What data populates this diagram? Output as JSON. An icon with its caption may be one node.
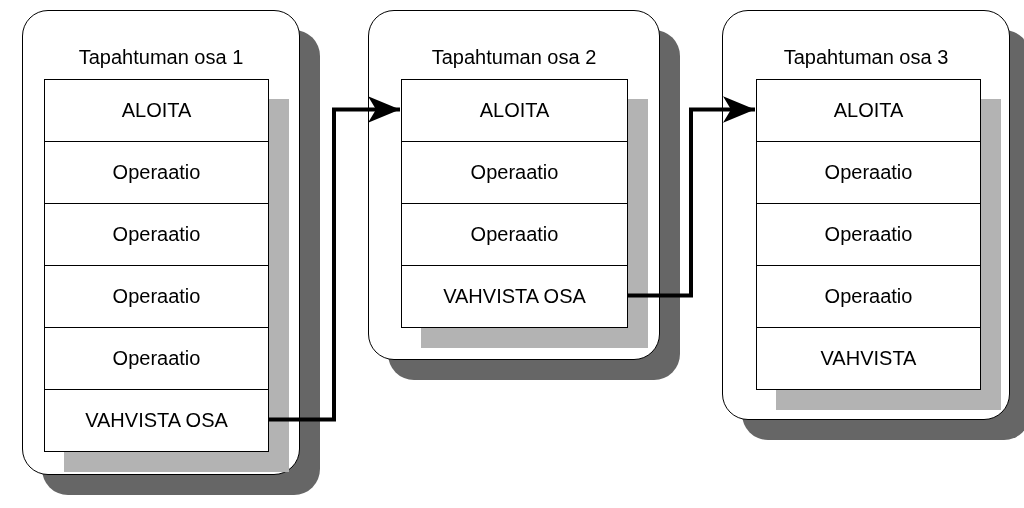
{
  "diagram": {
    "nodes": [
      {
        "text": [
          "Tapahtuman osa 1"
        ]
      },
      {
        "text": [
          "ALOITA"
        ],
        "in": 0
      },
      {
        "text": [
          "Operaatio"
        ],
        "in": 0
      },
      {
        "text": [
          "Operaatio"
        ],
        "in": 0
      },
      {
        "text": [
          "Operaatio"
        ],
        "in": 0
      },
      {
        "text": [
          "Operaatio"
        ],
        "in": 0
      },
      {
        "text": [
          "VAHVISTA OSA"
        ],
        "in": 0
      },
      {
        "text": [
          "Tapahtuman osa 2"
        ]
      },
      {
        "text": [
          "ALOITA"
        ],
        "in": 7
      },
      {
        "text": [
          "Operaatio"
        ],
        "in": 7
      },
      {
        "text": [
          "Operaatio"
        ],
        "in": 7
      },
      {
        "text": [
          "VAHVISTA OSA"
        ],
        "in": 7
      },
      {
        "text": [
          "Tapahtuman osa 3"
        ]
      },
      {
        "text": [
          "ALOITA"
        ],
        "in": 12
      },
      {
        "text": [
          "Operaatio"
        ],
        "in": 12
      },
      {
        "text": [
          "Operaatio"
        ],
        "in": 12
      },
      {
        "text": [
          "Operaatio"
        ],
        "in": 12
      },
      {
        "text": [
          "VAHVISTA"
        ],
        "in": 12
      }
    ],
    "edges": [
      {
        "from": 6,
        "to": 8,
        "arrow": "to"
      },
      {
        "from": 11,
        "to": 13,
        "arrow": "to"
      }
    ]
  }
}
